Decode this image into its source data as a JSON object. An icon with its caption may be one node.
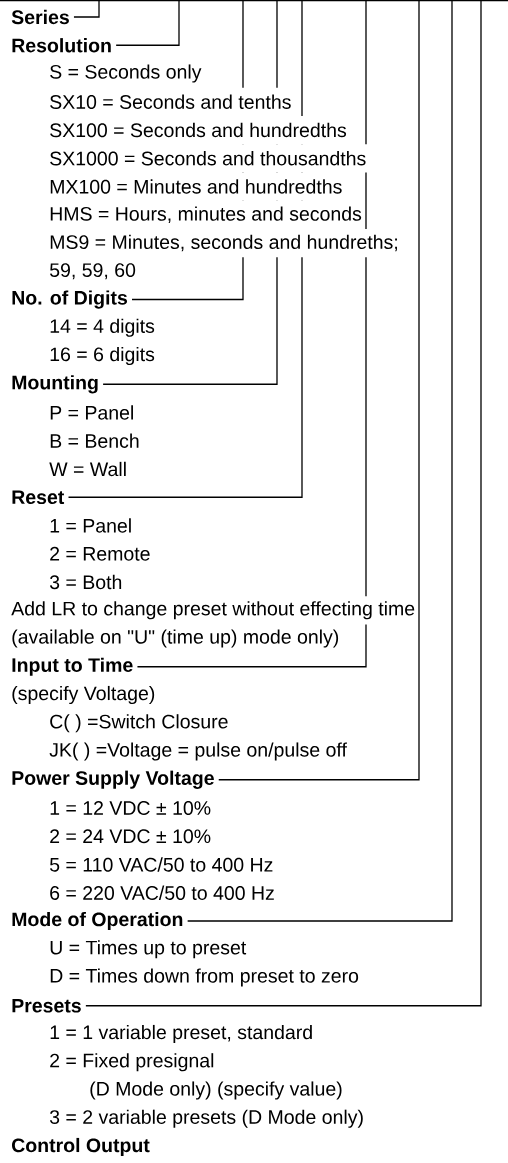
{
  "diagram": {
    "nodes": [
      {
        "text": [
          "Series"
        ]
      },
      {
        "text": [
          "Resolution"
        ]
      },
      {
        "text": [
          "No. of Digits"
        ]
      },
      {
        "text": [
          "Mounting"
        ]
      },
      {
        "text": [
          "Reset"
        ]
      },
      {
        "text": [
          "Input to Time"
        ]
      },
      {
        "text": [
          "Power Supply Voltage"
        ]
      },
      {
        "text": [
          "Mode of Operation"
        ]
      },
      {
        "text": [
          "Presets"
        ]
      }
    ],
    "edges": [
      {
        "from": 0,
        "to": null,
        "arrow": "none"
      },
      {
        "from": 1,
        "to": null,
        "arrow": "none"
      },
      {
        "from": 2,
        "to": null,
        "arrow": "none"
      },
      {
        "from": 3,
        "to": null,
        "arrow": "none"
      },
      {
        "from": 4,
        "to": null,
        "arrow": "none"
      },
      {
        "from": 5,
        "to": null,
        "arrow": "none"
      },
      {
        "from": 6,
        "to": null,
        "arrow": "none"
      },
      {
        "from": 7,
        "to": null,
        "arrow": "none"
      },
      {
        "from": 8,
        "to": null,
        "arrow": "none"
      }
    ],
    "labels": [
      "S = Seconds only",
      "SX10 = Seconds and tenths",
      "SX100 = Seconds and hundredths",
      "SX1000 = Seconds and thousandths",
      "MX100 = Minutes and hundredths",
      "HMS = Hours, minutes and seconds",
      "MS9 = Minutes, seconds and hundreths;",
      "59, 59, 60",
      "14 = 4 digits",
      "16 = 6 digits",
      "P = Panel",
      "B = Bench",
      "W = Wall",
      "1 = Panel",
      "2 = Remote",
      "3 = Both",
      "Add LR to change preset without effecting time",
      "(available on \"U\" (time up) mode only)",
      "(specify Voltage)",
      "C( ) =Switch Closure",
      "JK( ) =Voltage = pulse on/pulse off",
      "1 = 12 VDC ± 10%",
      "2 = 24 VDC ± 10%",
      "5 = 110 VAC/50 to 400 Hz",
      "6 = 220 VAC/50 to 400 Hz",
      "U = Times up to preset",
      "D = Times down from preset to zero",
      "1 = 1 variable preset, standard",
      "2 = Fixed presignal",
      "(D Mode only) (specify value)",
      "3 = 2 variable presets (D Mode only)",
      "Control Output"
    ]
  }
}
